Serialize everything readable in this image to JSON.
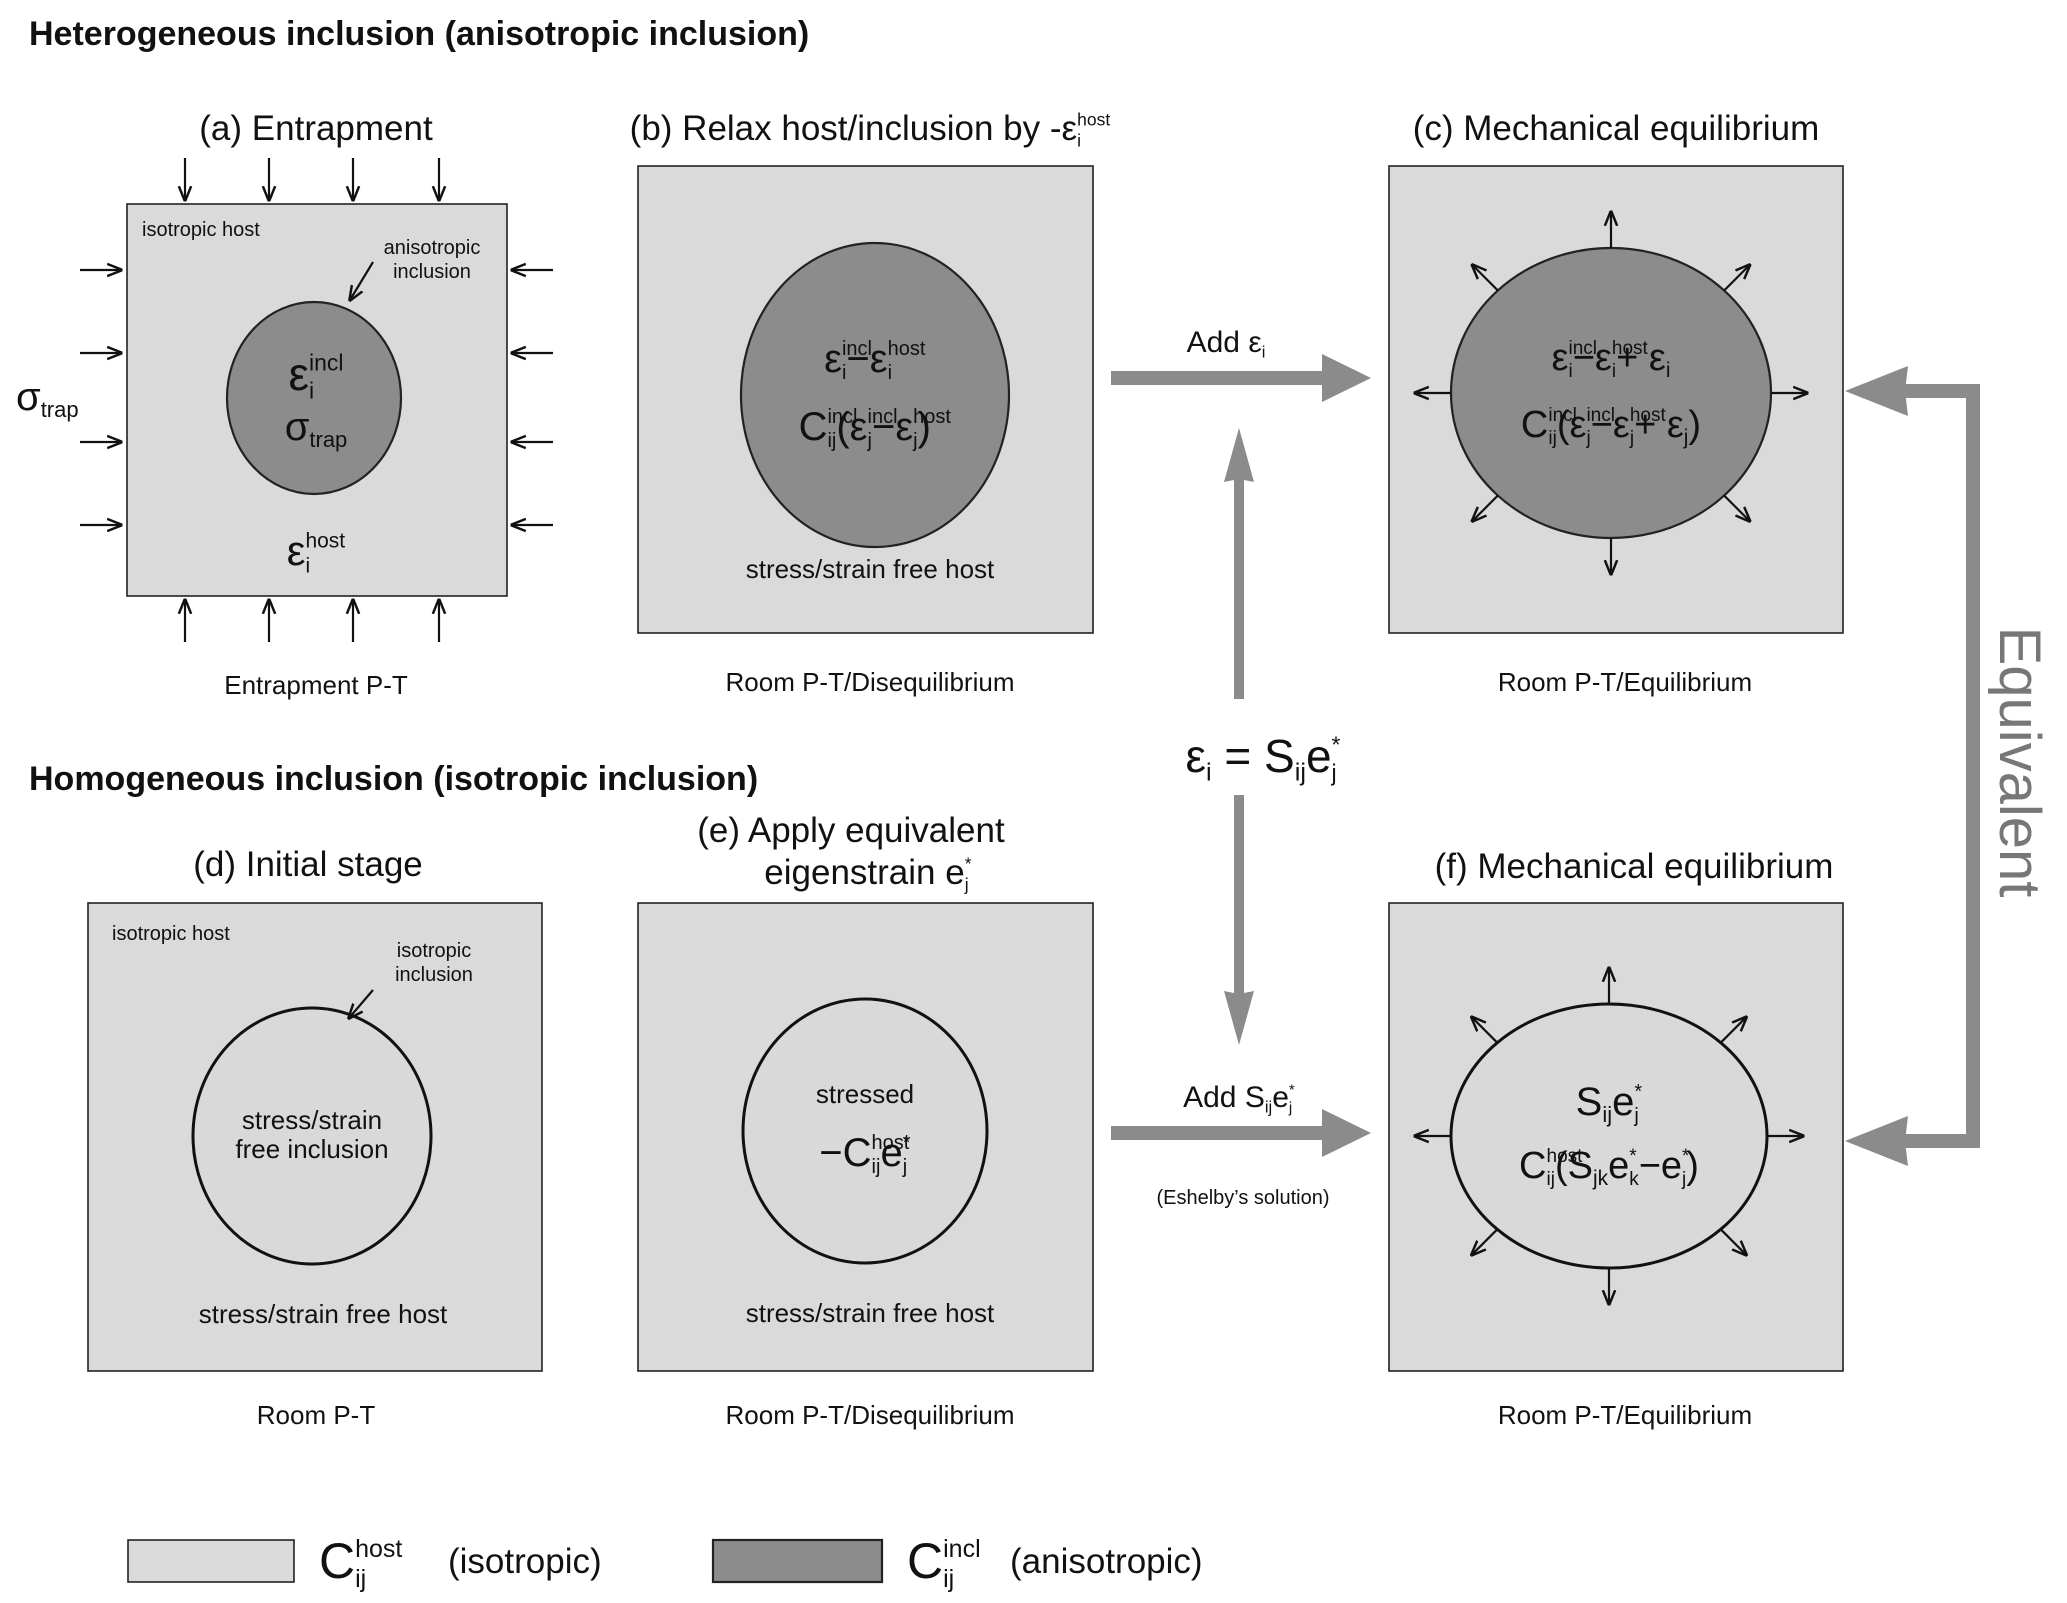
{
  "headings": {
    "heterogeneous": "Heterogeneous inclusion (anisotropic inclusion)",
    "homogeneous": "Homogeneous inclusion (isotropic inclusion)"
  },
  "panels": {
    "a": {
      "title": "(a) Entrapment",
      "host_label": "isotropic host",
      "inclusion_label": [
        "anisotropic",
        "inclusion"
      ],
      "caption": "Entrapment P-T"
    },
    "b": {
      "caption": "Room P-T/Disequilibrium",
      "host_text": "stress/strain free host"
    },
    "c": {
      "title": "(c) Mechanical equilibrium",
      "caption": "Room P-T/Equilibrium"
    },
    "d": {
      "title": "(d) Initial stage",
      "host_label": "isotropic host",
      "inclusion_label": [
        "isotropic",
        "inclusion"
      ],
      "inclusion_text": [
        "stress/strain",
        "free inclusion"
      ],
      "host_text": "stress/strain free host",
      "caption": "Room P-T"
    },
    "e": {
      "title_line1": "(e) Apply equivalent",
      "inclusion_text": "stressed",
      "host_text": "stress/strain free host",
      "caption": "Room P-T/Disequilibrium"
    },
    "f": {
      "title": "(f) Mechanical equilibrium",
      "caption": "Room P-T/Equilibrium"
    }
  },
  "eshelby": "(Eshelby’s solution)",
  "equivalent": "Equivalent",
  "legend": {
    "host": "(isotropic)",
    "incl": "(anisotropic)"
  },
  "colors": {
    "host": "#dadada",
    "inclusion": "#8c8c8c",
    "arrow": "#8b8b8b"
  },
  "formulas": {
    "sigma_left": [
      {
        "b": "σ",
        "sub": "trap"
      }
    ],
    "a_eps_incl": [
      {
        "b": "ε",
        "sub": "i",
        "sup": "incl"
      }
    ],
    "a_sigma": [
      {
        "b": "σ",
        "sub": "trap"
      }
    ],
    "a_eps_host": [
      {
        "b": "ε",
        "sub": "i",
        "sup": "host"
      }
    ],
    "b_title": [
      {
        "b": "(b) Relax host/inclusion by -"
      },
      {
        "b": "ε",
        "sub": "i",
        "sup": "host"
      }
    ],
    "b_f1": [
      {
        "b": "ε",
        "sub": "i",
        "sup": "incl"
      },
      {
        "b": "−"
      },
      {
        "b": "ε",
        "sub": "i",
        "sup": "host"
      }
    ],
    "b_f2": [
      {
        "b": "C",
        "sub": "ij",
        "sup": "incl"
      },
      {
        "b": "("
      },
      {
        "b": "ε",
        "sub": "j",
        "sup": "incl"
      },
      {
        "b": "−"
      },
      {
        "b": "ε",
        "sub": "j",
        "sup": "host"
      },
      {
        "b": ")"
      }
    ],
    "add_eps": [
      {
        "b": "Add  "
      },
      {
        "b": "ε",
        "sub": "i"
      }
    ],
    "c_f1": [
      {
        "b": "ε",
        "sub": "i",
        "sup": "incl"
      },
      {
        "b": "−"
      },
      {
        "b": "ε",
        "sub": "i",
        "sup": "host"
      },
      {
        "b": "+ "
      },
      {
        "b": "ε",
        "sub": "i"
      }
    ],
    "c_f2": [
      {
        "b": "C",
        "sub": "ij",
        "sup": "incl"
      },
      {
        "b": "("
      },
      {
        "b": "ε",
        "sub": "j",
        "sup": "incl"
      },
      {
        "b": "−"
      },
      {
        "b": "ε",
        "sub": "j",
        "sup": "host"
      },
      {
        "b": "+ "
      },
      {
        "b": "ε",
        "sub": "j"
      },
      {
        "b": ")"
      }
    ],
    "relation": [
      {
        "b": "ε",
        "sub": "i"
      },
      {
        "b": " = "
      },
      {
        "b": "S",
        "sub": "ij"
      },
      {
        "b": "e",
        "sub": "j",
        "sup": "*"
      }
    ],
    "e_title2": [
      {
        "b": "eigenstrain "
      },
      {
        "b": "e",
        "sub": "j",
        "sup": "*"
      }
    ],
    "e_f": [
      {
        "b": "−"
      },
      {
        "b": "C",
        "sub": "ij",
        "sup": "host"
      },
      {
        "b": "e",
        "sub": "j",
        "sup": "*"
      }
    ],
    "add_se": [
      {
        "b": "Add  "
      },
      {
        "b": "S",
        "sub": "ij"
      },
      {
        "b": "e",
        "sub": "j",
        "sup": "*"
      }
    ],
    "f_f1": [
      {
        "b": "S",
        "sub": "ij"
      },
      {
        "b": "e",
        "sub": "j",
        "sup": "*"
      }
    ],
    "f_f2": [
      {
        "b": "C",
        "sub": "ij",
        "sup": "host"
      },
      {
        "b": "("
      },
      {
        "b": "S",
        "sub": "jk"
      },
      {
        "b": "e",
        "sub": "k",
        "sup": "*"
      },
      {
        "b": "−"
      },
      {
        "b": "e",
        "sub": "j",
        "sup": "*"
      },
      {
        "b": ")"
      }
    ],
    "legend_host": [
      {
        "b": "C",
        "sub": "ij",
        "sup": "host"
      }
    ],
    "legend_incl": [
      {
        "b": "C",
        "sub": "ij",
        "sup": "incl"
      }
    ]
  }
}
